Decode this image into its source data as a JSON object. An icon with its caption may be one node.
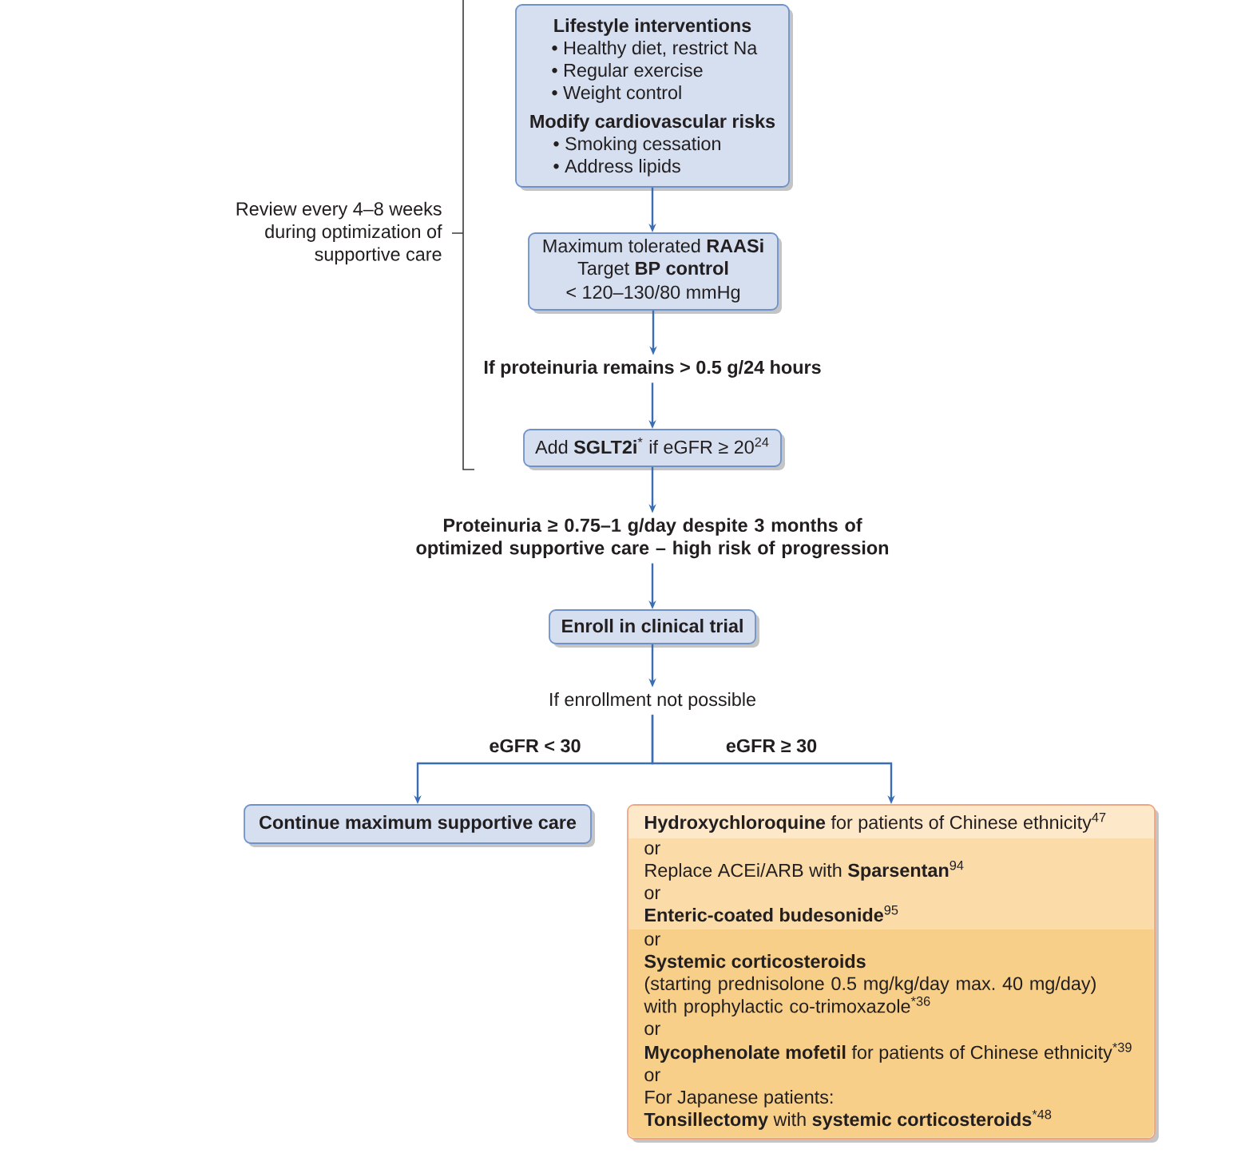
{
  "diagram": {
    "nodes": [
      {
        "text": [
          "Lifestyle interventions",
          "• Healthy diet, restrict Na",
          "• Regular exercise",
          "• Weight control",
          "Modify cardiovascular risks",
          "• Smoking cessation",
          "• Address lipids"
        ]
      },
      {
        "text": [
          "Maximum tolerated **RAASi**",
          "Target **BP control**",
          "< 120–130/80 mmHg"
        ]
      },
      {
        "text": [
          "If proteinuria remains > 0.5 g/24 hours"
        ]
      },
      {
        "text": [
          "Add **SGLT2i**$^{*}$ if eGFR ≥ 20$^{24}$"
        ]
      },
      {
        "text": [
          "Proteinuria ≥ 0.75–1 g/day despite 3 months of optimized supportive care – high risk of progression"
        ]
      },
      {
        "text": [
          "Enroll in clinical trial"
        ]
      },
      {
        "text": [
          "If enrollment not possible"
        ]
      },
      {
        "text": [
          "Continue maximum supportive care"
        ]
      },
      {
        "text": [],
        "shape": "box"
      },
      {
        "text": [
          "**Hydroxychloroquine** for patients of Chinese ethnicity$^{47}$"
        ],
        "in": 8
      },
      {
        "text": [
          "or",
          "Replace ACEi/ARB with **Sparsentan**$^{94}$",
          "or",
          "**Enteric-coated budesonide**$^{95}$"
        ],
        "in": 8
      },
      {
        "text": [
          "or",
          "Systemic corticosteroids",
          "(starting prednisolone 0.5 mg/kg/day max. 40 mg/day) with prophylactic co-trimoxazole$^{*36}$",
          "or",
          "**Mycophenolate mofetil** for patients of Chinese ethnicity$^{*39}$",
          "or",
          "For Japanese patients:",
          "**Tonsillectomy** with **systemic corticosteroids**$^{*48}$"
        ],
        "in": 8
      }
    ],
    "edges": [
      {
        "from": 0,
        "to": 1,
        "arrow": "to"
      },
      {
        "from": 1,
        "to": 2,
        "arrow": "to"
      },
      {
        "from": 2,
        "to": 3,
        "arrow": "to"
      },
      {
        "from": 3,
        "to": 4,
        "arrow": "to"
      },
      {
        "from": 4,
        "to": 5,
        "arrow": "to"
      },
      {
        "from": 5,
        "to": 6,
        "arrow": "to"
      },
      {
        "from": 6,
        "to": 7,
        "arrow": "to",
        "label": "eGFR < 30"
      },
      {
        "from": 6,
        "to": 8,
        "arrow": "to",
        "label": "eGFR ≥ 30"
      }
    ],
    "labels": [
      "Review every 4–8 weeks during optimization of supportive care"
    ]
  }
}
